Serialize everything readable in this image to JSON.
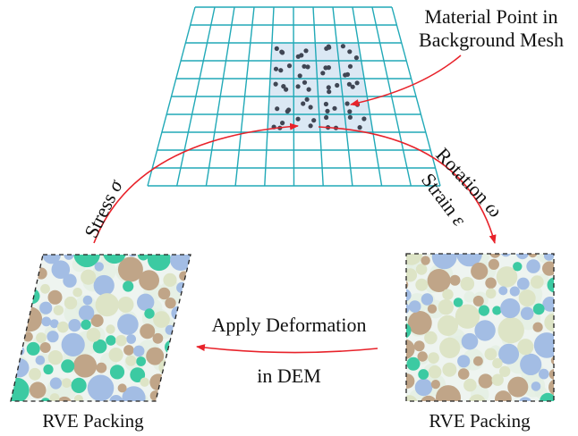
{
  "mesh": {
    "label_line1": "Material Point in",
    "label_line2": "Background Mesh",
    "grid_color": "#21a9b7",
    "shade_color": "#dbe8f4",
    "dot_color": "#404654"
  },
  "arrows": {
    "color": "#e8222a",
    "stress_label": "Stress",
    "stress_symbol": "σ",
    "rotation_label": "Rotation",
    "rotation_symbol": "ω",
    "strain_label": "Strain",
    "strain_symbol": "ε",
    "apply_line1": "Apply Deformation",
    "apply_line2": "in DEM"
  },
  "rve_left": {
    "caption": "RVE Packing",
    "shape": "sheared parallelogram"
  },
  "rve_right": {
    "caption": "RVE Packing",
    "shape": "square"
  },
  "particle_colors": [
    "#3ccaa2",
    "#a3bde4",
    "#c0a588",
    "#dde4c6"
  ]
}
